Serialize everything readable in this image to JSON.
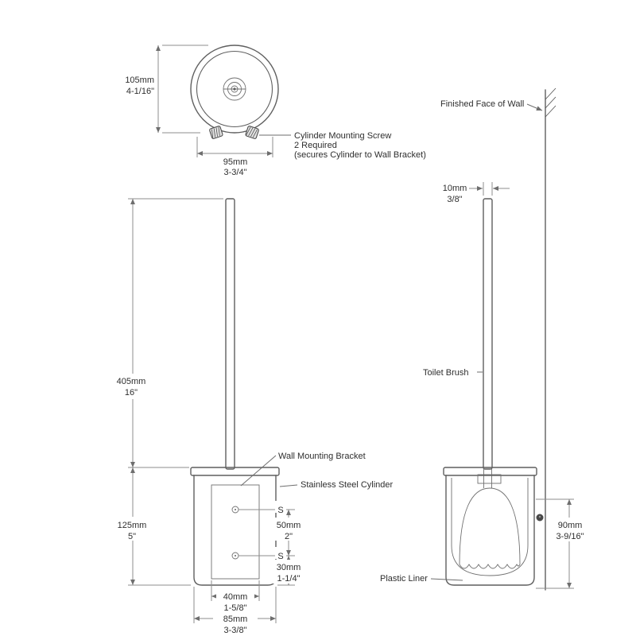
{
  "drawing": {
    "labels": {
      "finished_face_of_wall": "Finished Face of Wall",
      "cylinder_mounting_screw": {
        "line1": "Cylinder Mounting Screw",
        "line2": "2 Required",
        "line3": "(secures Cylinder to Wall Bracket)"
      },
      "wall_mounting_bracket": "Wall Mounting Bracket",
      "stainless_steel_cylinder": "Stainless Steel Cylinder",
      "toilet_brush": "Toilet Brush",
      "plastic_liner": "Plastic Liner",
      "screw_mark": "S"
    },
    "dimensions": {
      "overall_diameter": {
        "mm": "105mm",
        "inches": "4-1/16\""
      },
      "cylinder_diameter": {
        "mm": "95mm",
        "inches": "3-3/4\""
      },
      "overall_height": {
        "mm": "405mm",
        "inches": "16\""
      },
      "cylinder_height": {
        "mm": "125mm",
        "inches": "5\""
      },
      "bracket_width": {
        "mm": "40mm",
        "inches": "1-5/8\""
      },
      "cylinder_width": {
        "mm": "85mm",
        "inches": "3-3/8\""
      },
      "screw_spacing": {
        "mm": "50mm",
        "inches": "2\""
      },
      "bottom_offset": {
        "mm": "30mm",
        "inches": "1-1/4\""
      },
      "handle_diameter": {
        "mm": "10mm",
        "inches": "3/8\""
      },
      "liner_depth": {
        "mm": "90mm",
        "inches": "3-9/16\""
      }
    }
  }
}
